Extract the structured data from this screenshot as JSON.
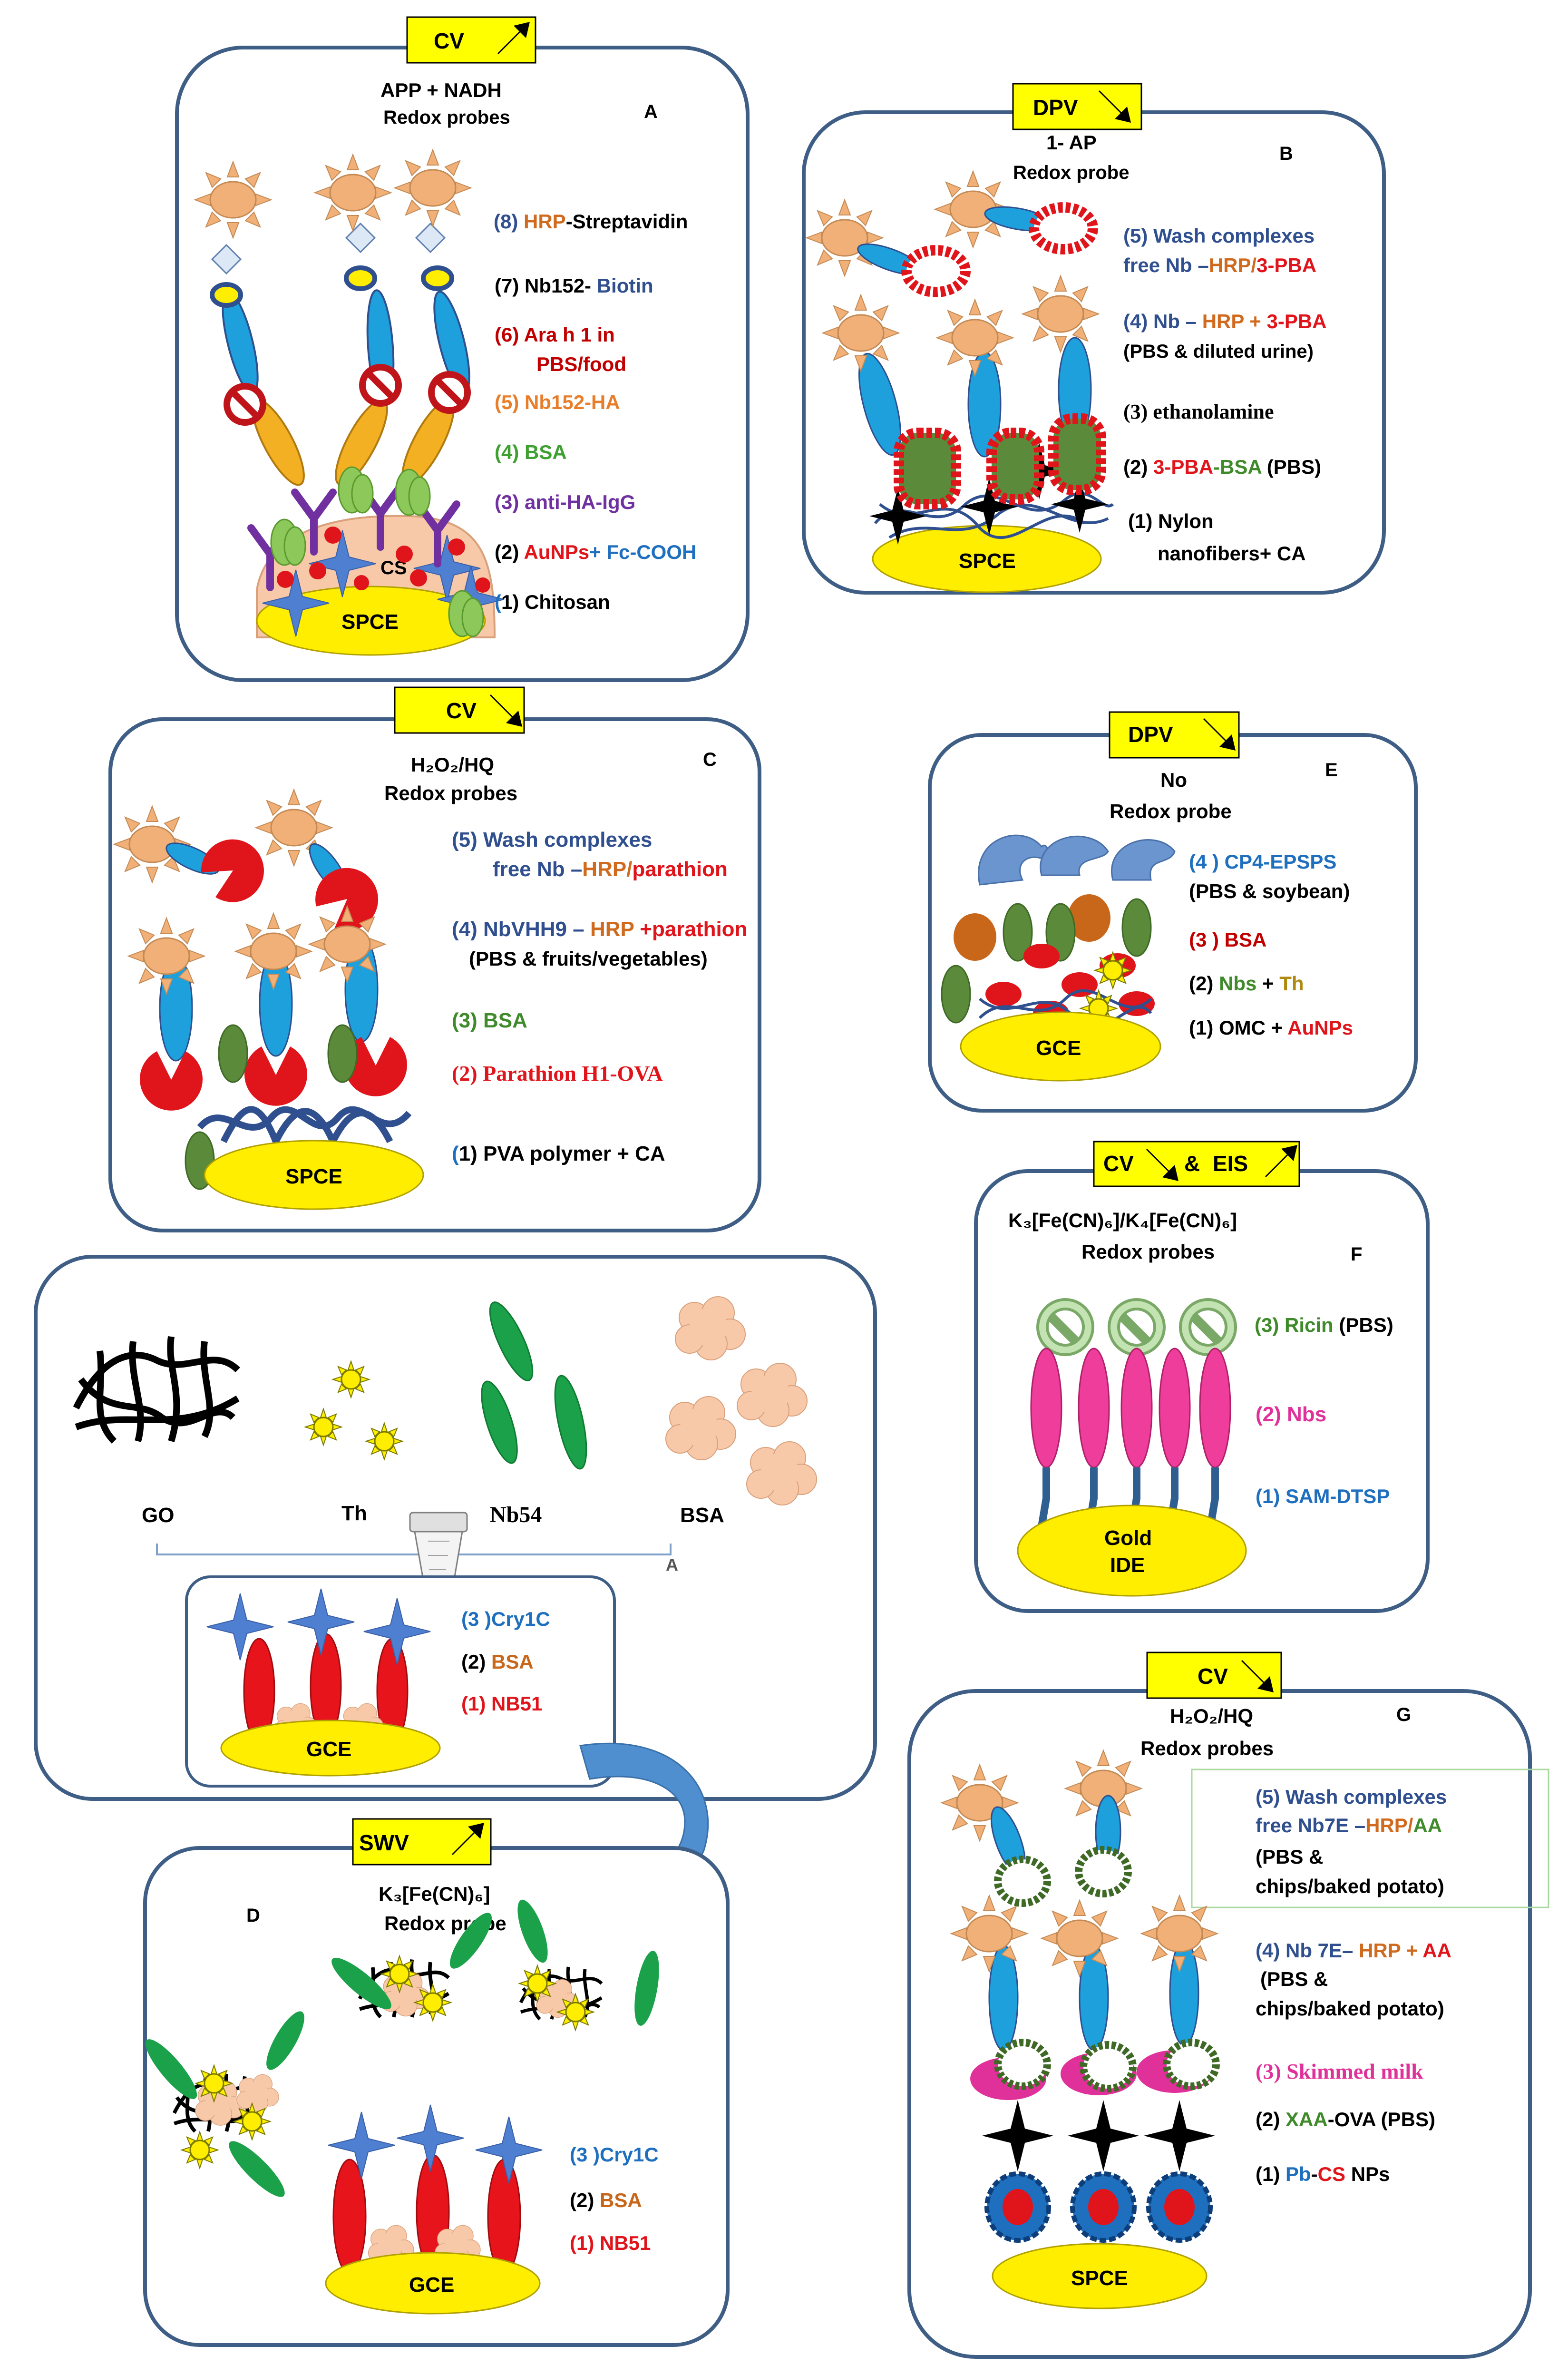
{
  "colors": {
    "panel_border": "#3f5e86",
    "blue": "#2f4f8f",
    "orange": "#d06a1e",
    "red": "#e0141b",
    "green": "#3f8a2a",
    "purple": "#7030a0",
    "skyblue": "#1f6fbf",
    "pink": "#e0309a",
    "electrode": "#ffee00",
    "sun": "#f0b078"
  },
  "panelA": {
    "technique": "CV",
    "probe_line1": "APP + NADH",
    "probe_line2": "Redox probes",
    "letter": "A",
    "cs_label": "CS",
    "electrode": "SPCE",
    "l8_num": "(8) ",
    "l8_a": "HRP",
    "l8_b": "-Streptavidin",
    "l7_a": "(7) Nb152- ",
    "l7_b": "Biotin",
    "l6_a": "(6) Ara h 1 in",
    "l6_b": "PBS/food",
    "l5": "(5) Nb152-HA",
    "l4": "(4) BSA",
    "l3": "(3) anti-HA-IgG",
    "l2_num": "(2) ",
    "l2_a": "AuNPs",
    "l2_b": "+ Fc-COOH",
    "l1_num": "(",
    "l1_b": "1) Chitosan"
  },
  "panelB": {
    "technique": "DPV",
    "probe_line1": "1- AP",
    "probe_line2": "Redox probe",
    "letter": "B",
    "electrode": "SPCE",
    "l5_a": "(5) Wash complexes",
    "l5_b": "free Nb –",
    "l5_c": "HRP/",
    "l5_d": "3-PBA",
    "l4_a": "(4) Nb – ",
    "l4_b": "HRP + ",
    "l4_c": "3-PBA",
    "l4_d": "(PBS & diluted urine)",
    "l3": "(3) ethanolamine",
    "l2_a": "(2) ",
    "l2_b": "3-PBA",
    "l2_c": "-BSA",
    "l2_d": " (PBS)",
    "l1_a": "(1)  Nylon",
    "l1_b": "nanofibers+  CA"
  },
  "panelC": {
    "technique": "CV",
    "probe_line1": "H₂O₂/HQ",
    "probe_line2": "Redox probes",
    "letter": "C",
    "electrode": "SPCE",
    "l5_a": "(5) Wash complexes",
    "l5_b": "free Nb –",
    "l5_c": "HRP/",
    "l5_d": "parathion",
    "l4_a": "(4) NbVHH9 – ",
    "l4_b": "HRP ",
    "l4_c": "+parathion",
    "l4_d": "(PBS & fruits/vegetables)",
    "l3": "(3) BSA",
    "l2": "(2) Parathion H1-OVA",
    "l1_a": "(",
    "l1_b": "1) PVA polymer + CA"
  },
  "panelE": {
    "technique": "DPV",
    "probe_line1": "No",
    "probe_line2": "Redox probe",
    "letter": "E",
    "electrode": "GCE",
    "l4_a": "(4 ) CP4-EPSPS",
    "l4_b": "(PBS & soybean)",
    "l3": "(3 ) BSA",
    "l2_a": "(2) ",
    "l2_b": "Nbs",
    "l2_c": " + ",
    "l2_d": "Th",
    "l1_a": "(1) OMC + ",
    "l1_b": "AuNPs"
  },
  "panelF": {
    "technique_a": "CV",
    "technique_b": "& ",
    "technique_c": "EIS",
    "probe_line1": "K₃[Fe(CN)₆]/K₄[Fe(CN)₆]",
    "probe_line2": "Redox probes",
    "letter": "F",
    "electrode_1": "Gold",
    "electrode_2": "IDE",
    "l3_a": "(3) Ricin",
    "l3_b": " (PBS)",
    "l2": "(2) Nbs",
    "l1": "(1) SAM-DTSP"
  },
  "panelD_top": {
    "go": "GO",
    "th": "Th",
    "nb": "Nb54",
    "bsa": "BSA",
    "a_mark": "A",
    "electrode": "GCE",
    "l3": "(3 )Cry1C",
    "l2_a": "(2) ",
    "l2_b": "BSA",
    "l1": "(1) NB51"
  },
  "panelD": {
    "technique": "SWV",
    "probe_line1": "K₃[Fe(CN)₆]",
    "probe_line2": "Redox probe",
    "letter": "D",
    "electrode": "GCE",
    "l3": "(3 )Cry1C",
    "l2_a": "(2) ",
    "l2_b": "BSA",
    "l1": "(1) NB51"
  },
  "panelG": {
    "technique": "CV",
    "probe_line1": "H₂O₂/HQ",
    "probe_line2": "Redox probes",
    "letter": "G",
    "electrode": "SPCE",
    "l5_a": "(5) Wash complexes",
    "l5_b": "free Nb7E –",
    "l5_c": "HRP/",
    "l5_d": "AA",
    "l5_e": "(PBS &",
    "l5_f": "chips/baked potato)",
    "l4_a": "(4) Nb 7E– ",
    "l4_b": "HRP + ",
    "l4_c": "AA",
    "l4_d": "(PBS &",
    "l4_e": "chips/baked potato)",
    "l3": "(3) Skimmed milk",
    "l2_a": "(2) ",
    "l2_b": "XAA",
    "l2_c": "-OVA (PBS)",
    "l1_a": "(1) ",
    "l1_b": "Pb",
    "l1_c": "-",
    "l1_d": "CS",
    "l1_e": " NPs"
  }
}
